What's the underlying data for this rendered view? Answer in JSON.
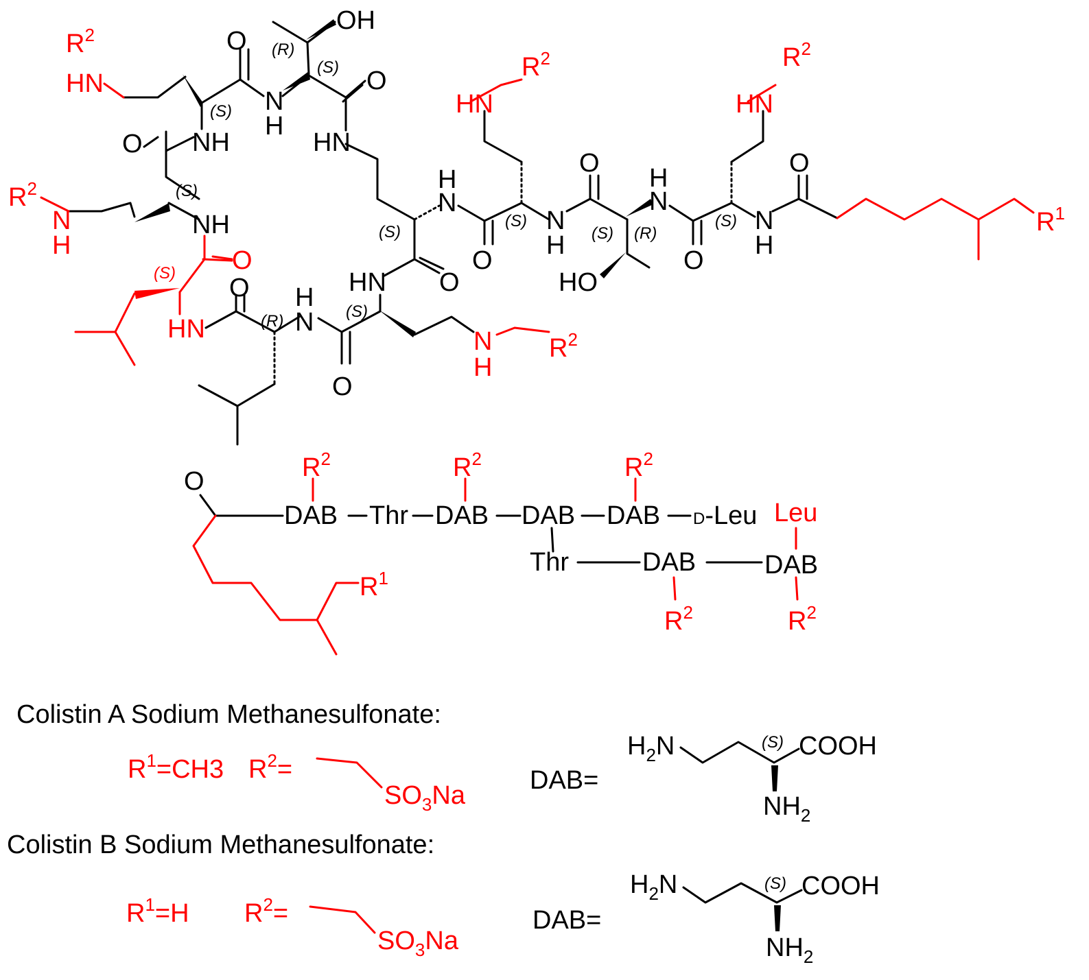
{
  "colors": {
    "black": "#000000",
    "red": "#ff0000"
  },
  "atoms": {
    "oh": "OH",
    "ho": "HO",
    "o": "O",
    "nh": "NH",
    "hn": "HN",
    "n": "N",
    "h": "H",
    "r": "R",
    "sup1": "1",
    "sup2": "2",
    "sub2": "2",
    "sub3": "3"
  },
  "stereo": {
    "s": "(S)",
    "r": "(R)"
  },
  "sequence": {
    "dab": "DAB",
    "thr": "Thr",
    "d_prefix": "D",
    "d_leu_rest": "-Leu",
    "leu": "Leu",
    "o": "O"
  },
  "legend": {
    "a_title": "Colistin A Sodium Methanesulfonate:",
    "b_title": "Colistin B Sodium Methanesulfonate:",
    "a_r1": "=CH3",
    "b_r1": "=H",
    "r2_eq": "=",
    "so3na_a": "SO",
    "so3na_b": "Na",
    "dab_eq": "DAB=",
    "cooh": "COOH",
    "h": "H",
    "n": "N",
    "nh": "NH"
  }
}
